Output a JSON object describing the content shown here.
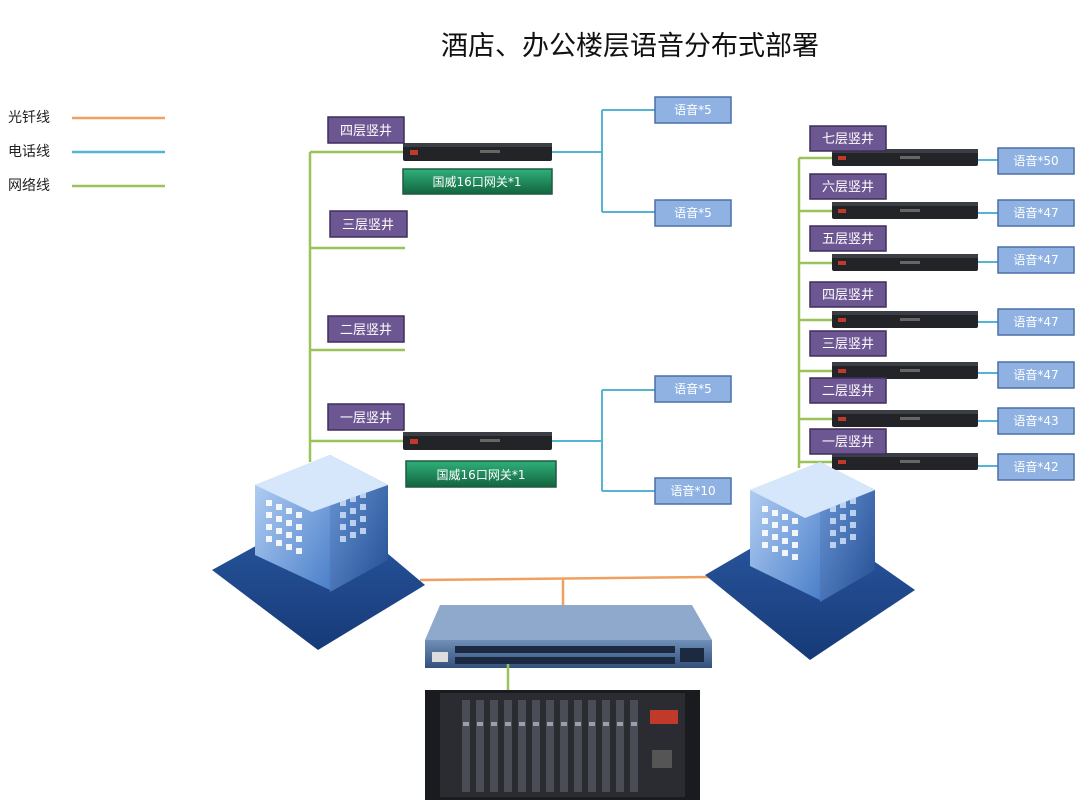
{
  "title": "酒店、办公楼层语音分布式部署",
  "legend": [
    {
      "label": "光钎线",
      "color": "#f0a060"
    },
    {
      "label": "电话线",
      "color": "#55b4d4"
    },
    {
      "label": "网络线",
      "color": "#9cc25a"
    }
  ],
  "left_building": {
    "shafts": [
      "四层竖井",
      "三层竖井",
      "二层竖井",
      "一层竖井"
    ],
    "gateway_labels": [
      "国威16口网关*1",
      "国威16口网关*1"
    ],
    "voice_labels": [
      "语音*5",
      "语音*5",
      "语音*5",
      "语音*10"
    ]
  },
  "right_building": {
    "shafts": [
      "七层竖井",
      "六层竖井",
      "五层竖井",
      "四层竖井",
      "三层竖井",
      "二层竖井",
      "一层竖井"
    ],
    "voice_labels": [
      "语音*50",
      "语音*47",
      "语音*47",
      "语音*47",
      "语音*47",
      "语音*43",
      "语音*42"
    ]
  },
  "colors": {
    "fiber": "#f0a060",
    "phone": "#55b4d4",
    "network": "#9cc25a",
    "shaft_box": "#6d5792",
    "voice_box": "#8fb2e3",
    "gateway_box": "#1f8a5c"
  }
}
